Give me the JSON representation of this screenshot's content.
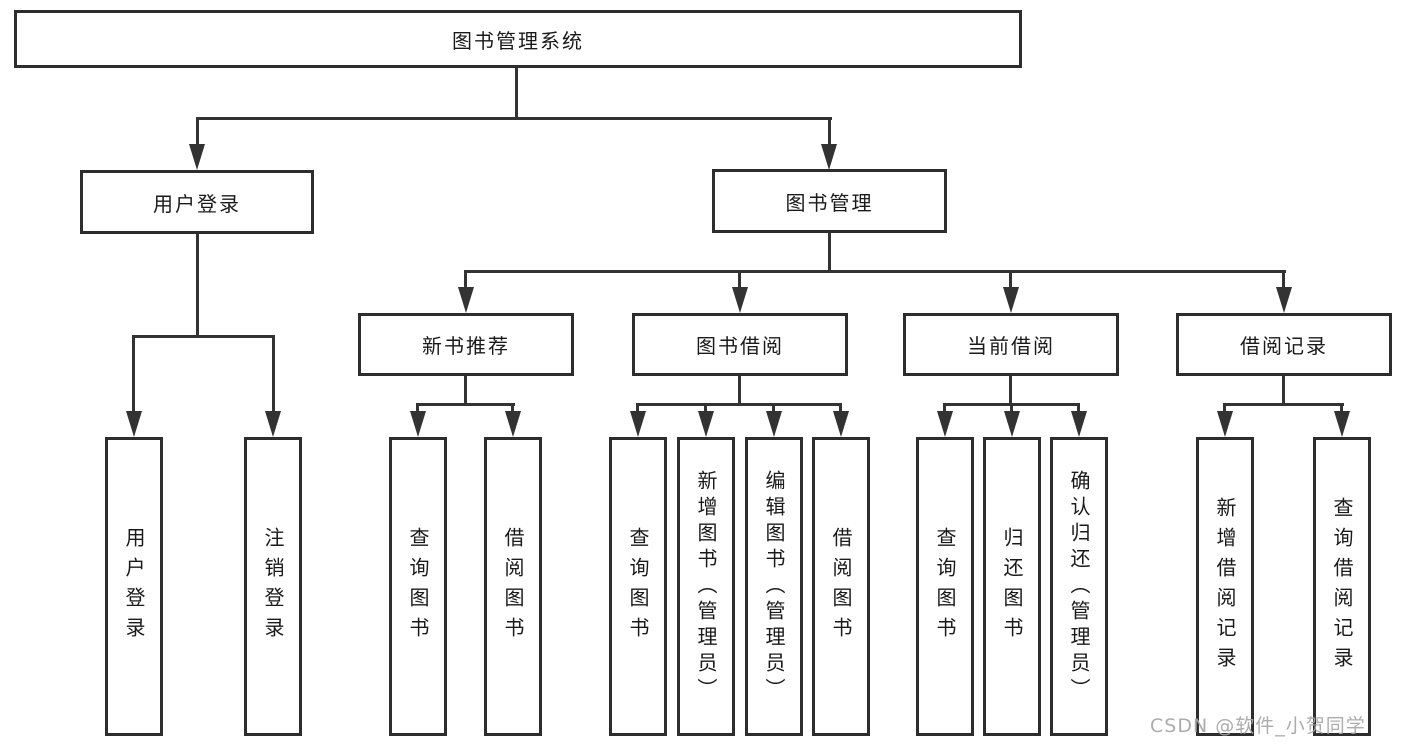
{
  "diagram": {
    "root": {
      "label": "图书管理系统",
      "children": [
        {
          "label": "用户登录",
          "children": [
            {
              "label": "用户登录"
            },
            {
              "label": "注销登录"
            }
          ]
        },
        {
          "label": "图书管理",
          "children": [
            {
              "label": "新书推荐",
              "children": [
                {
                  "label": "查询图书"
                },
                {
                  "label": "借阅图书"
                }
              ]
            },
            {
              "label": "图书借阅",
              "children": [
                {
                  "label": "查询图书"
                },
                {
                  "label": "新增图书（管理员）"
                },
                {
                  "label": "编辑图书（管理员）"
                },
                {
                  "label": "借阅图书"
                }
              ]
            },
            {
              "label": "当前借阅",
              "children": [
                {
                  "label": "查询图书"
                },
                {
                  "label": "归还图书"
                },
                {
                  "label": "确认归还（管理员）"
                }
              ]
            },
            {
              "label": "借阅记录",
              "children": [
                {
                  "label": "新增借阅记录"
                },
                {
                  "label": "查询借阅记录"
                }
              ]
            }
          ]
        }
      ]
    }
  },
  "watermark": {
    "text": "CSDN @软件_小贺同学"
  },
  "colors": {
    "line": "#333333",
    "box_border": "#2d2d2d",
    "text": "#1a1a1a",
    "background": "#ffffff",
    "watermark": "#a8a8a8"
  }
}
